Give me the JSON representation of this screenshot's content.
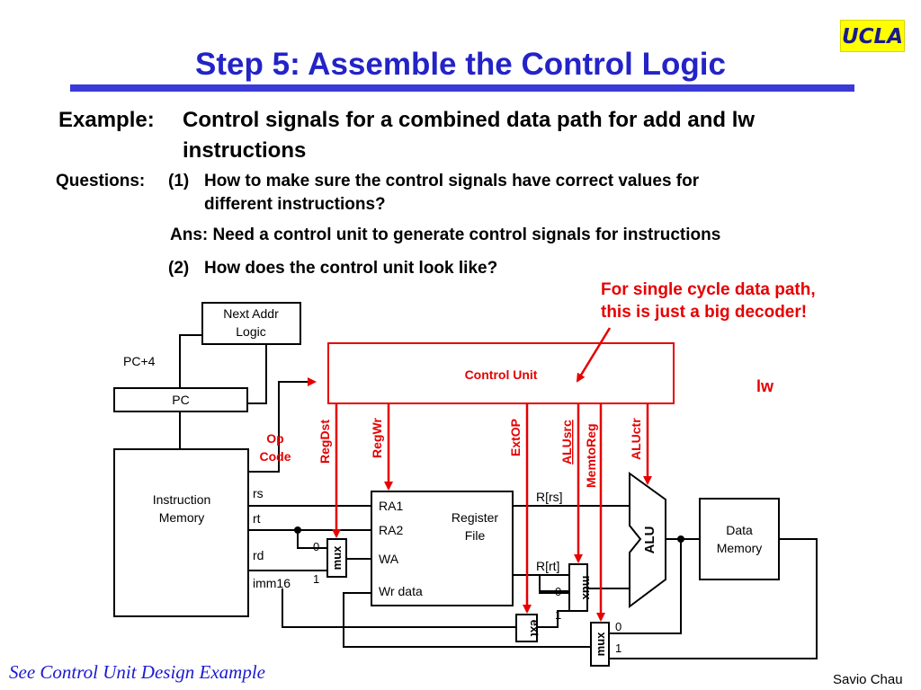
{
  "title": "Step 5: Assemble the Control Logic",
  "logo": "UCLA",
  "example": {
    "label": "Example:",
    "line1": "Control signals for a combined data path for add and lw",
    "line2": "instructions"
  },
  "questions": {
    "label": "Questions:",
    "q1_num": "(1)",
    "q1_line1": "How to make sure the control signals have correct values for",
    "q1_line2": "different instructions?",
    "answer": "Ans: Need a control unit to generate control signals for instructions",
    "q2_num": "(2)",
    "q2_text": "How does the control unit look like?"
  },
  "callout": {
    "line1": "For single cycle data path,",
    "line2": "this is just a big decoder!"
  },
  "diagram": {
    "next_addr_line1": "Next Addr",
    "next_addr_line2": "Logic",
    "pc_plus4": "PC+4",
    "pc": "PC",
    "op_line1": "Op",
    "op_line2": "Code",
    "control_unit": "Control Unit",
    "instr_type": "lw",
    "instr_mem_line1": "Instruction",
    "instr_mem_line2": "Memory",
    "rs": "rs",
    "rt": "rt",
    "rd": "rd",
    "imm16": "imm16",
    "signals": [
      "RegDst",
      "RegWr",
      "ExtOP",
      "ALUsrc",
      "MemtoReg",
      "ALUctr"
    ],
    "reg_file_line1": "Register",
    "reg_file_line2": "File",
    "ra1": "RA1",
    "ra2": "RA2",
    "wa": "WA",
    "wr_data": "Wr data",
    "r_rs": "R[rs]",
    "r_rt": "R[rt]",
    "mux": "mux",
    "ext": "ext",
    "alu": "ALU",
    "data_mem_line1": "Data",
    "data_mem_line2": "Memory",
    "zero": "0",
    "one": "1"
  },
  "footer_link": "See Control Unit Design Example",
  "author": "Savio Chau",
  "colors": {
    "title": "#2323c8",
    "accent": "#e60000",
    "logo_bg": "#ffff00"
  }
}
